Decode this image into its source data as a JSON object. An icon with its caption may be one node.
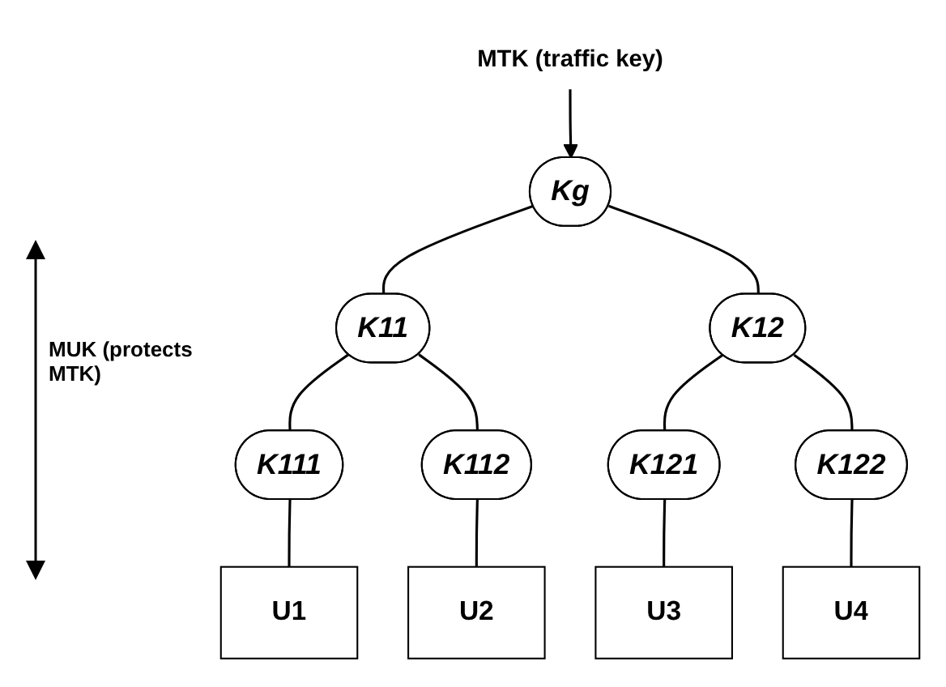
{
  "diagram": {
    "nodes": [
      {
        "text": [
          "MTK (traffic key)"
        ]
      },
      {
        "text": [
          "Kg"
        ]
      },
      {
        "text": [
          "K11"
        ]
      },
      {
        "text": [
          "K12"
        ]
      },
      {
        "text": [
          "K111"
        ]
      },
      {
        "text": [
          "K112"
        ]
      },
      {
        "text": [
          "K121"
        ]
      },
      {
        "text": [
          "K122"
        ]
      },
      {
        "text": [
          "U1"
        ]
      },
      {
        "text": [
          "U2"
        ]
      },
      {
        "text": [
          "U3"
        ]
      },
      {
        "text": [
          "U4"
        ]
      }
    ],
    "edges": [
      {
        "from": 0,
        "to": 1,
        "arrow": "to"
      },
      {
        "from": 1,
        "to": 2,
        "arrow": "none"
      },
      {
        "from": 1,
        "to": 3,
        "arrow": "none"
      },
      {
        "from": 2,
        "to": 4,
        "arrow": "none"
      },
      {
        "from": 2,
        "to": 5,
        "arrow": "none"
      },
      {
        "from": 3,
        "to": 6,
        "arrow": "none"
      },
      {
        "from": 3,
        "to": 7,
        "arrow": "none"
      },
      {
        "from": 4,
        "to": 8,
        "arrow": "none"
      },
      {
        "from": 5,
        "to": 9,
        "arrow": "none"
      },
      {
        "from": 6,
        "to": 10,
        "arrow": "none"
      },
      {
        "from": 7,
        "to": 11,
        "arrow": "none"
      }
    ],
    "labels": [
      "MUK (protects MTK)"
    ]
  }
}
